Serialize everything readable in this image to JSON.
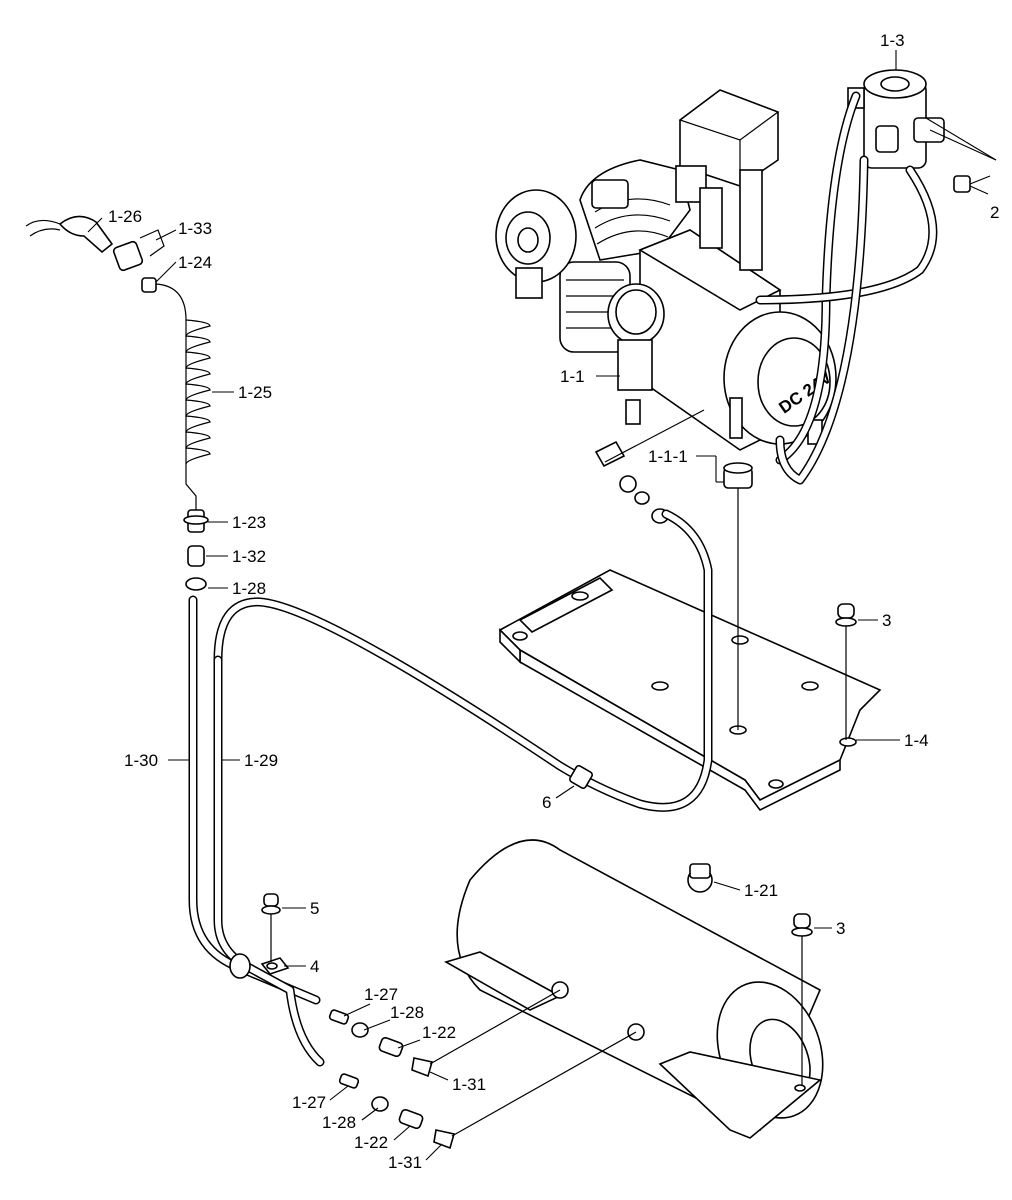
{
  "callouts": {
    "c1_3": "1-3",
    "c2": "2",
    "c1_26": "1-26",
    "c1_33": "1-33",
    "c1_24": "1-24",
    "c1_25": "1-25",
    "c1_1": "1-1",
    "c1_1_1": "1-1-1",
    "c1_23": "1-23",
    "c1_32": "1-32",
    "c1_28_top": "1-28",
    "c3_top": "3",
    "c1_4": "1-4",
    "c1_30": "1-30",
    "c1_29": "1-29",
    "c6": "6",
    "c1_21": "1-21",
    "c5": "5",
    "c3_bottom": "3",
    "c4": "4",
    "c1_27_a": "1-27",
    "c1_28_a": "1-28",
    "c1_22_a": "1-22",
    "c1_31_a": "1-31",
    "c1_27_b": "1-27",
    "c1_28_b": "1-28",
    "c1_22_b": "1-22",
    "c1_31_b": "1-31"
  },
  "motor_label": "DC 24V"
}
